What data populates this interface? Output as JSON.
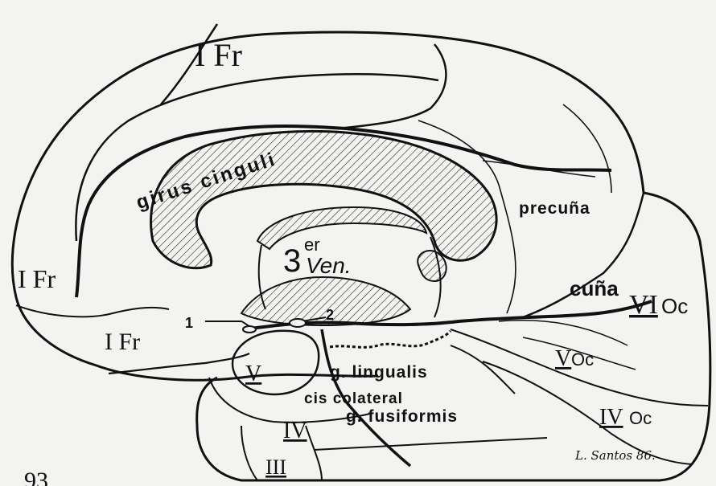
{
  "labels": {
    "frontal_top": "I Fr",
    "frontal_left": "I Fr",
    "frontal_orbital": "I Fr",
    "girus_cinguli": "girus cinguli",
    "precuna": "precuña",
    "ventricle_sup": "er",
    "ventricle_num": "3",
    "ventricle_word": "Ven.",
    "cuna": "cuña",
    "occipital_vi": "VI",
    "occipital_v": "V",
    "occipital_iv": "IV",
    "oc_suffix": "Oc",
    "temporal_v": "V",
    "temporal_iv": "IV",
    "temporal_iii": "III",
    "g_lingualis": "g. lingualis",
    "cis_colateral": "cis colateral",
    "g_fusiformis": "g. fusiformis",
    "marker_1": "1",
    "marker_2": "2",
    "signature": "L. Santos 86.",
    "corner_mark": "93"
  }
}
